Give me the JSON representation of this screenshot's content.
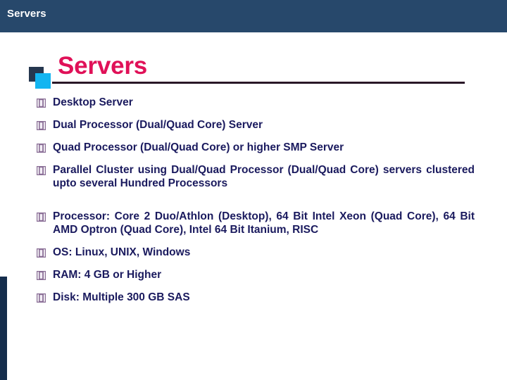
{
  "header": {
    "title": "Servers"
  },
  "slide": {
    "title": "Servers",
    "bullet_icon_name": "square-box-bullet-icon",
    "bullets": [
      {
        "text": "Desktop Server",
        "justified": false,
        "gap_before": false
      },
      {
        "text": "Dual Processor (Dual/Quad Core) Server",
        "justified": false,
        "gap_before": false
      },
      {
        "text": "Quad Processor (Dual/Quad Core) or higher SMP Server",
        "justified": false,
        "gap_before": false
      },
      {
        "text": "Parallel Cluster using Dual/Quad Processor (Dual/Quad Core) servers clustered upto several Hundred Processors",
        "justified": true,
        "gap_before": false
      },
      {
        "text": "Processor: Core 2 Duo/Athlon (Desktop), 64 Bit Intel Xeon (Quad Core), 64 Bit AMD Optron (Quad Core), Intel 64 Bit Itanium, RISC",
        "justified": true,
        "gap_before": true
      },
      {
        "text": "OS: Linux, UNIX, Windows",
        "justified": false,
        "gap_before": false
      },
      {
        "text": "RAM: 4 GB or Higher",
        "justified": false,
        "gap_before": false
      },
      {
        "text": "Disk: Multiple 300 GB SAS",
        "justified": false,
        "gap_before": false
      }
    ]
  },
  "colors": {
    "header_bar": "#27486b",
    "header_text": "#ffffff",
    "title_accent": "#e01158",
    "body_text": "#1a1a5e",
    "deco_dark": "#26374f",
    "deco_cyan": "#13b5f1",
    "left_bar": "#152d4c",
    "bullet_glyph": "#8a6e96"
  }
}
